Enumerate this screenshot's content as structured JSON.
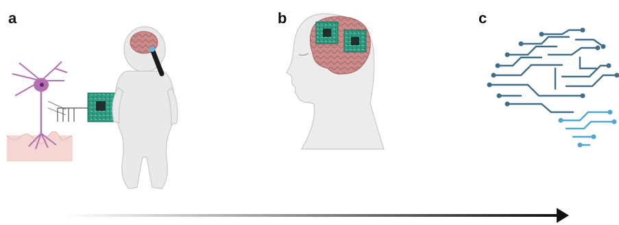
{
  "panels": [
    {
      "label": "a"
    },
    {
      "label": "b"
    },
    {
      "label": "c"
    }
  ],
  "colors": {
    "neuron": "#b46fb0",
    "brain": "#c98a8a",
    "chip": "#2f9a7f",
    "skin": "#e9e9e9",
    "circuit_dark": "#3f6e86",
    "circuit_light": "#4fa6d1",
    "arrow": "#111111"
  },
  "icons": [
    "neuron-icon",
    "chip-icon",
    "infant-icon",
    "probe-icon",
    "head-profile-icon",
    "brain-icon",
    "circuit-brain-icon",
    "arrow-icon"
  ]
}
